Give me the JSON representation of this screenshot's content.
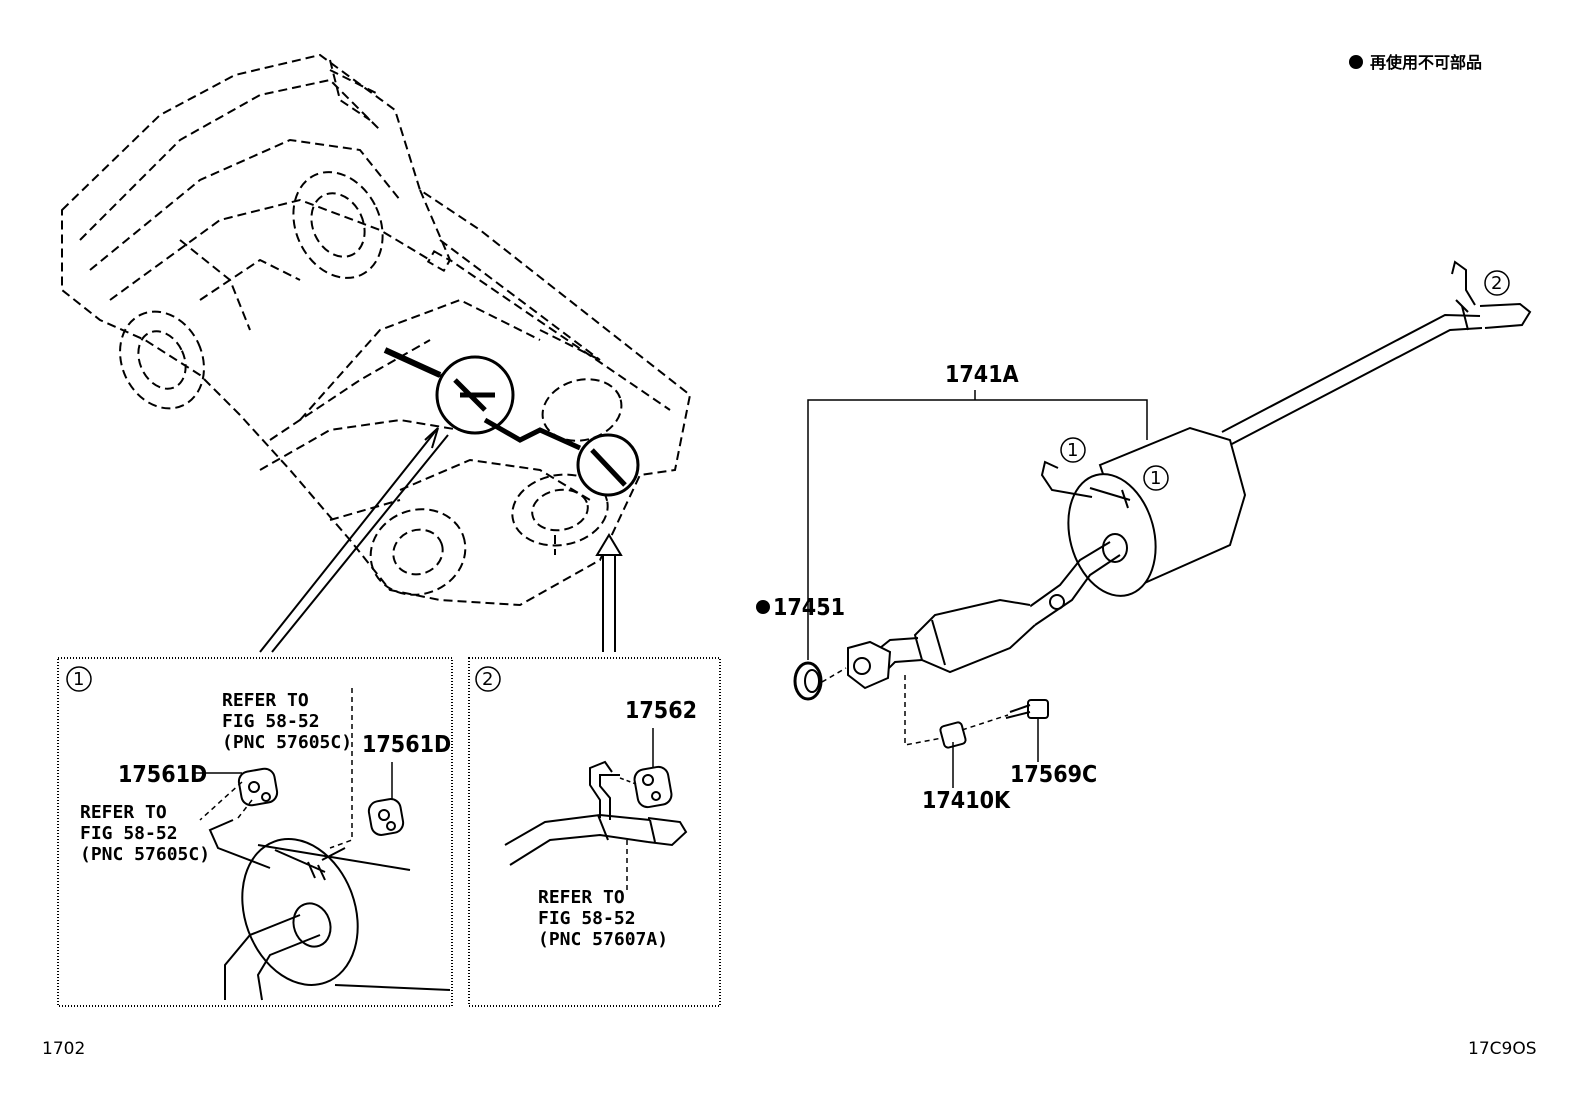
{
  "legend": {
    "text": "再使用不可部品"
  },
  "labels": {
    "p1741A": "1741A",
    "p17451": "17451",
    "p17410K": "17410K",
    "p17569C": "17569C",
    "p17562": "17562",
    "p17561D_left": "17561D",
    "p17561D_right": "17561D"
  },
  "callouts": {
    "one": "1",
    "two": "2"
  },
  "refs": {
    "box1_upper": [
      "REFER TO",
      "FIG 58-52",
      "(PNC 57605C)"
    ],
    "box1_lower": [
      "REFER TO",
      "FIG 58-52",
      "(PNC 57605C)"
    ],
    "box2": [
      "REFER TO",
      "FIG 58-52",
      "(PNC 57607A)"
    ]
  },
  "footer": {
    "left_code": "1702",
    "right_code": "17C9OS"
  }
}
